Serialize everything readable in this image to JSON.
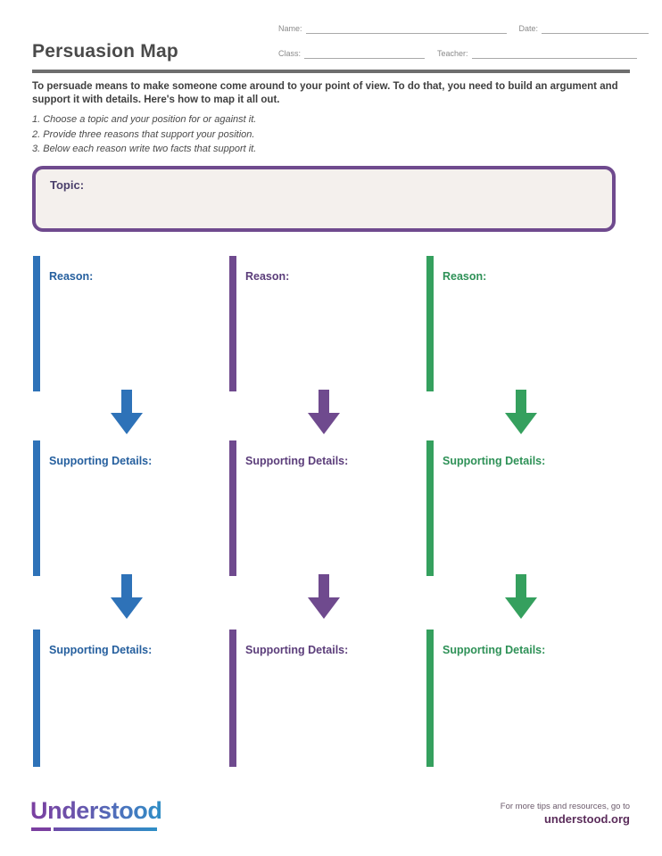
{
  "header": {
    "title": "Persuasion Map",
    "fields": [
      {
        "label": "Name:",
        "value": ""
      },
      {
        "label": "Date:",
        "value": ""
      },
      {
        "label": "Class:",
        "value": ""
      },
      {
        "label": "Teacher:",
        "value": ""
      }
    ]
  },
  "instructions": {
    "intro": "To persuade means to make someone come around to your point of view. To do that, you need to build an argument and support it with details. Here's how to map it all out.",
    "steps": [
      "1. Choose a topic and your position for or against it.",
      "2. Provide three reasons that support your position.",
      "3. Below each reason write two facts that support it."
    ]
  },
  "topic": {
    "label": "Topic:",
    "value": ""
  },
  "labels": {
    "reason": "Reason:",
    "supporting_details": "Supporting Details:"
  },
  "columns": [
    {
      "name": "column-blue",
      "color": "#2e72b8",
      "text_color": "#255f9e",
      "cells": [
        {
          "label": "Reason:",
          "value": ""
        },
        {
          "label": "Supporting Details:",
          "value": ""
        },
        {
          "label": "Supporting Details:",
          "value": ""
        }
      ]
    },
    {
      "name": "column-purple",
      "color": "#6f4a8e",
      "text_color": "#5b3d7a",
      "cells": [
        {
          "label": "Reason:",
          "value": ""
        },
        {
          "label": "Supporting Details:",
          "value": ""
        },
        {
          "label": "Supporting Details:",
          "value": ""
        }
      ]
    },
    {
      "name": "column-green",
      "color": "#35a05e",
      "text_color": "#2e9157",
      "cells": [
        {
          "label": "Reason:",
          "value": ""
        },
        {
          "label": "Supporting Details:",
          "value": ""
        },
        {
          "label": "Supporting Details:",
          "value": ""
        }
      ]
    }
  ],
  "footer": {
    "logo": "Understood",
    "tagline": "For more tips and resources, go to",
    "url": "understood.org"
  },
  "colors": {
    "blue": "#2e72b8",
    "purple": "#6f4a8e",
    "green": "#35a05e",
    "topic_fill": "#f4f0ed",
    "rule": "#6e6e6e",
    "title": "#4a4a4a"
  }
}
